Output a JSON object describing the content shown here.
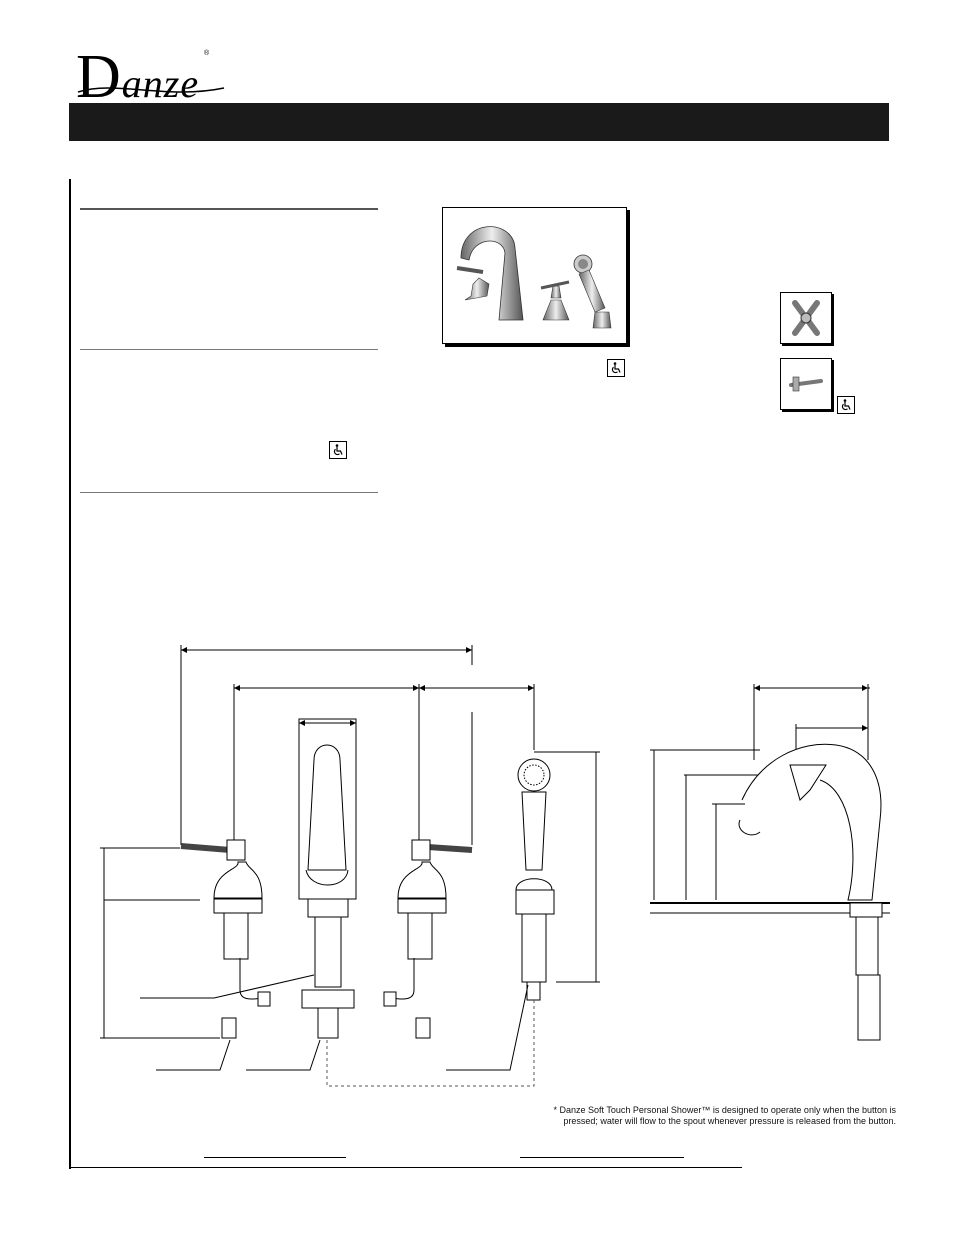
{
  "brand": {
    "name": "Danze",
    "initial": "D",
    "rest": "anze",
    "reg_mark": "®"
  },
  "footnote": {
    "line1": "* Danze Soft Touch Personal Shower™ is designed to operate only when the button is",
    "line2": "pressed; water will flow to the spout whenever pressure is released from the button."
  },
  "icons": {
    "accessibility": "wheelchair-icon",
    "option_handle_cross": "cross-handle-icon",
    "option_handle_lever": "lever-handle-icon"
  },
  "colors": {
    "title_bar": "#1a1a1a",
    "line": "#000000",
    "dashed": "#555555"
  }
}
